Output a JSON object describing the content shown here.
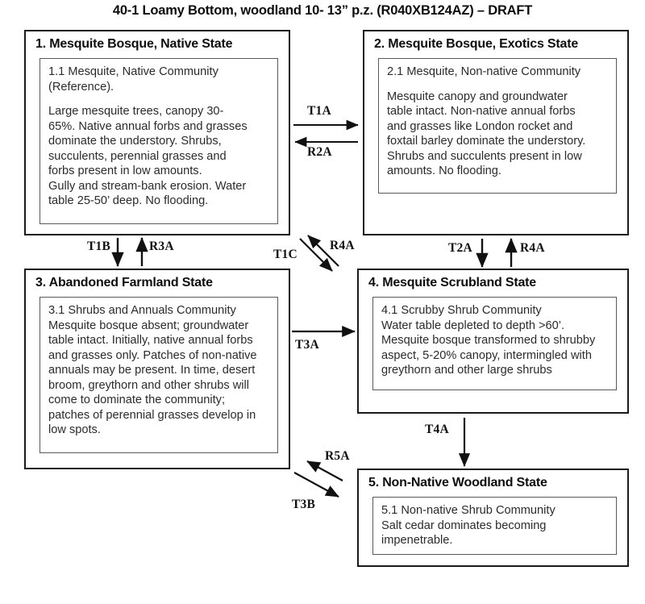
{
  "title": "40-1 Loamy Bottom, woodland 10- 13” p.z. (R040XB124AZ) – DRAFT",
  "states": [
    {
      "id": "state-1",
      "title": "1. Mesquite Bosque, Native  State",
      "community_heading": "1.1 Mesquite, Native  Community\n(Reference).",
      "community_body": "Large mesquite trees, canopy 30-\n65%. Native annual  forbs and grasses\ndominate the understory.  Shrubs,\nsucculents,  perennial grasses and\nforbs present in low amounts.\nGully  and stream-bank  erosion. Water\ntable 25-50’ deep. No flooding."
    },
    {
      "id": "state-2",
      "title": "2. Mesquite Bosque, Exotics State",
      "community_heading": "2.1 Mesquite, Non-native  Community",
      "community_body": "Mesquite canopy and groundwater\ntable intact. Non-native  annual  forbs\nand grasses like London rocket and\nfoxtail barley dominate the understory.\nShrubs and succulents  present in low\namounts.  No flooding."
    },
    {
      "id": "state-3",
      "title": "3. Abandoned Farmland State",
      "community_heading": "3.1  Shrubs and Annuals  Community",
      "community_body": "Mesquite bosque absent; groundwater\ntable intact. Initially,  native annual forbs\nand grasses only.  Patches of non-native\nannuals  may be present. In time, desert\nbroom, greythorn  and other shrubs will\ncome to dominate the community;\npatches of perennial grasses develop in\nlow spots."
    },
    {
      "id": "state-4",
      "title": "4. Mesquite Scrubland State",
      "community_heading": "4.1  Scrubby  Shrub  Community",
      "community_body": "Water table depleted to depth >60’.\nMesquite bosque transformed to shrubby\naspect, 5-20% canopy,  intermingled with\ngreythorn  and other large shrubs"
    },
    {
      "id": "state-5",
      "title": "5.  Non-Native Woodland State",
      "community_heading": "5.1 Non-native  Shrub  Community",
      "community_body": "Salt cedar dominates becoming\nimpenetrable."
    }
  ],
  "transitions": [
    {
      "id": "t1a",
      "label": "T1A",
      "from": "state-1",
      "to": "state-2",
      "direction": "right"
    },
    {
      "id": "r2a",
      "label": "R2A",
      "from": "state-2",
      "to": "state-1",
      "direction": "left"
    },
    {
      "id": "t1b",
      "label": "T1B",
      "from": "state-1",
      "to": "state-3",
      "direction": "down"
    },
    {
      "id": "r3a",
      "label": "R3A",
      "from": "state-3",
      "to": "state-1",
      "direction": "up"
    },
    {
      "id": "t1c",
      "label": "T1C",
      "from": "state-1",
      "to": "state-4",
      "direction": "down-right"
    },
    {
      "id": "r4a-diag",
      "label": "R4A",
      "from": "state-4",
      "to": "state-1",
      "direction": "up-left"
    },
    {
      "id": "t2a",
      "label": "T2A",
      "from": "state-2",
      "to": "state-4",
      "direction": "down"
    },
    {
      "id": "r4a-vert",
      "label": "R4A",
      "from": "state-4",
      "to": "state-2",
      "direction": "up"
    },
    {
      "id": "t3a",
      "label": "T3A",
      "from": "state-3",
      "to": "state-4",
      "direction": "right"
    },
    {
      "id": "t4a",
      "label": "T4A",
      "from": "state-4",
      "to": "state-5",
      "direction": "down"
    },
    {
      "id": "r5a",
      "label": "R5A",
      "from": "state-5",
      "to": "state-3",
      "direction": "up-left"
    },
    {
      "id": "t3b",
      "label": "T3B",
      "from": "state-3",
      "to": "state-5",
      "direction": "down-right"
    }
  ],
  "colors": {
    "box_border": "#1a1a1a",
    "inner_border": "#5a5a5a",
    "text": "#2b2b2b",
    "background": "#ffffff"
  }
}
